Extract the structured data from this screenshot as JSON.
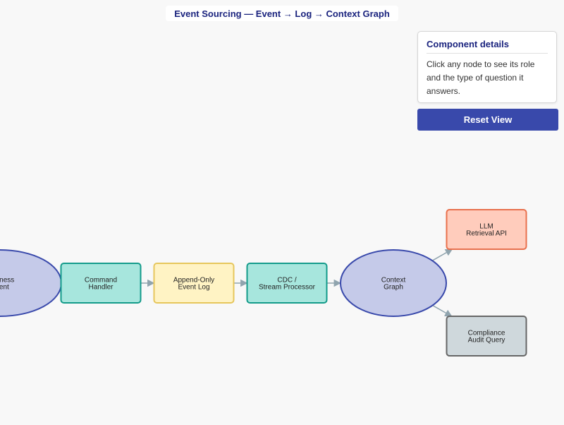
{
  "title": "Event Sourcing — Event → Log → Context Graph",
  "details": {
    "heading": "Component details",
    "body": "Click any node to see its role and the type of question it answers."
  },
  "reset_label": "Reset View",
  "nodes": [
    {
      "id": "business-event",
      "lines": [
        "Business",
        "Event"
      ],
      "shape": "ellipse",
      "fill": "#c5cae9",
      "stroke": "#3949ab"
    },
    {
      "id": "command-handler",
      "lines": [
        "Command",
        "Handler"
      ],
      "shape": "rect",
      "fill": "#a7e6dd",
      "stroke": "#139b8a"
    },
    {
      "id": "event-log",
      "lines": [
        "Append-Only",
        "Event Log"
      ],
      "shape": "rect",
      "fill": "#fff3c4",
      "stroke": "#e6c65c"
    },
    {
      "id": "stream-processor",
      "lines": [
        "CDC /",
        "Stream Processor"
      ],
      "shape": "rect",
      "fill": "#a7e6dd",
      "stroke": "#139b8a"
    },
    {
      "id": "context-graph",
      "lines": [
        "Context",
        "Graph"
      ],
      "shape": "ellipse",
      "fill": "#c5cae9",
      "stroke": "#3949ab"
    },
    {
      "id": "llm-retrieval-api",
      "lines": [
        "LLM",
        "Retrieval API"
      ],
      "shape": "rect",
      "fill": "#ffccbc",
      "stroke": "#e8704d"
    },
    {
      "id": "compliance-audit-query",
      "lines": [
        "Compliance",
        "Audit Query"
      ],
      "shape": "rect",
      "fill": "#cfd8dc",
      "stroke": "#666666"
    }
  ],
  "edges": [
    {
      "from": "business-event",
      "to": "command-handler",
      "label": ""
    },
    {
      "from": "command-handler",
      "to": "event-log",
      "label": ""
    },
    {
      "from": "event-log",
      "to": "stream-processor",
      "label": ""
    },
    {
      "from": "stream-processor",
      "to": "context-graph",
      "label": ""
    },
    {
      "from": "context-graph",
      "to": "llm-retrieval-api",
      "label": ""
    },
    {
      "from": "context-graph",
      "to": "compliance-audit-query",
      "label": ""
    }
  ],
  "colors": {
    "edge": "#90a4ae",
    "accent": "#3949ab",
    "title": "#1a237e"
  }
}
